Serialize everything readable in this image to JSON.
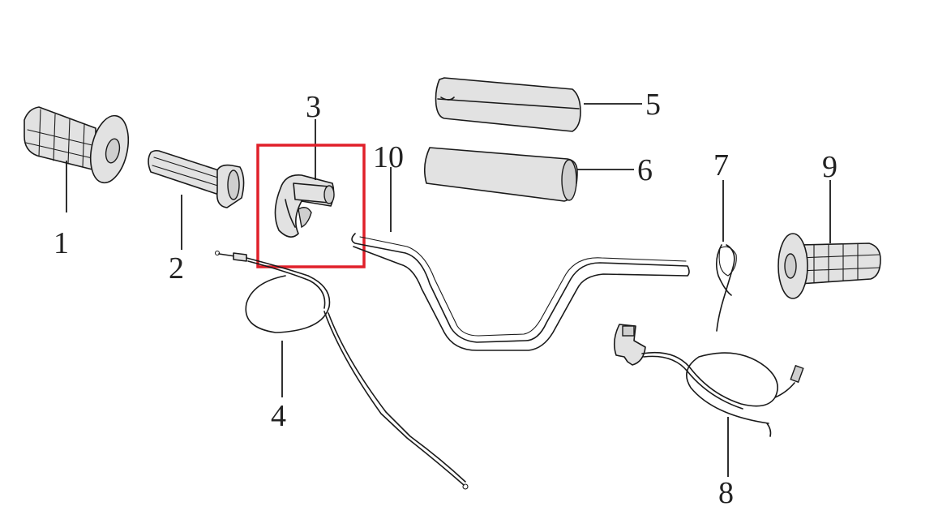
{
  "diagram": {
    "highlight_color": "#e0202a",
    "callouts": [
      {
        "id": "1",
        "label": "1"
      },
      {
        "id": "2",
        "label": "2"
      },
      {
        "id": "3",
        "label": "3"
      },
      {
        "id": "4",
        "label": "4"
      },
      {
        "id": "5",
        "label": "5"
      },
      {
        "id": "6",
        "label": "6"
      },
      {
        "id": "7",
        "label": "7"
      },
      {
        "id": "8",
        "label": "8"
      },
      {
        "id": "9",
        "label": "9"
      },
      {
        "id": "10",
        "label": "10"
      }
    ],
    "highlighted_callout": "3"
  }
}
